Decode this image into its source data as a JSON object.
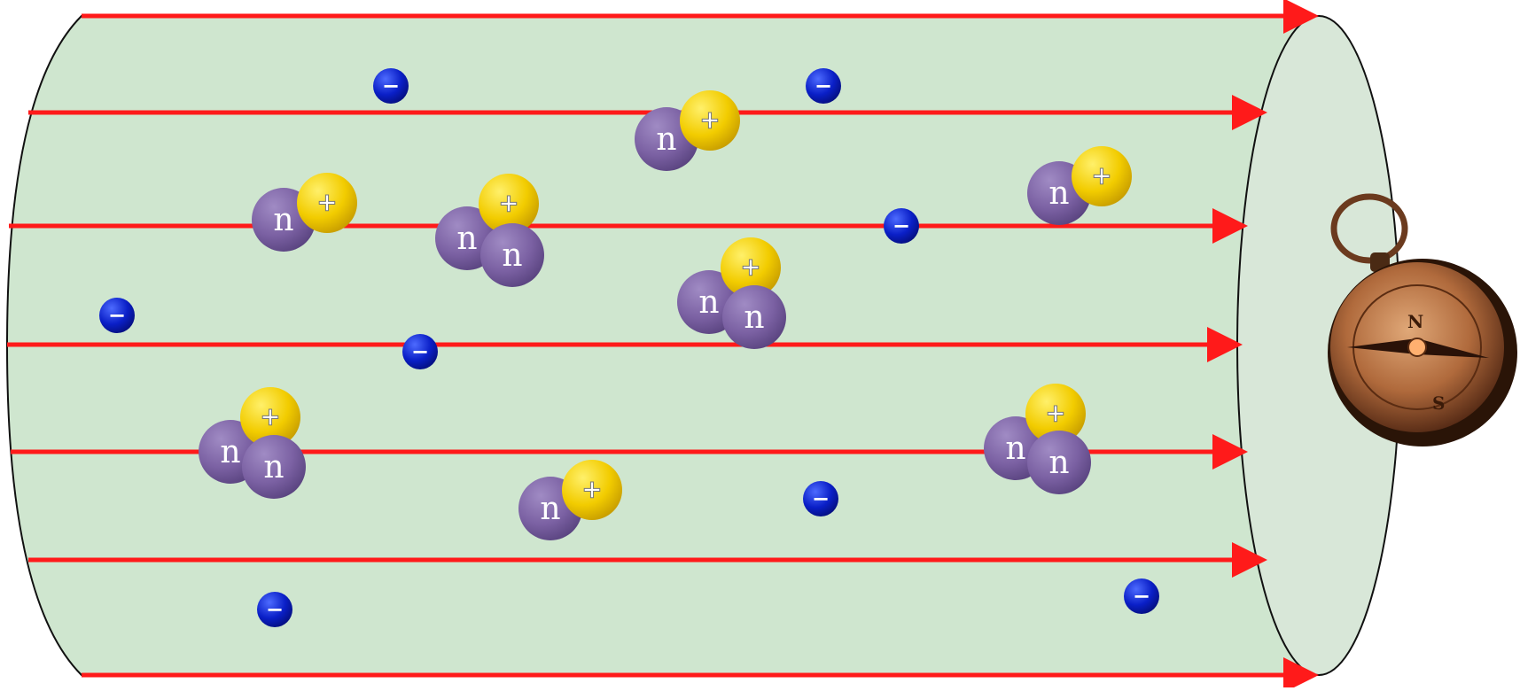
{
  "diagram": {
    "cylinder_fill": "#cfe6cf",
    "cylinder_end_fill": "#d8e7d8",
    "cylinder_stroke": "#111111",
    "field_line_color": "#ff1a1a",
    "neutron_color": "#7b61a3",
    "proton_color": "#f2cc00",
    "electron_color": "#0a1fc7",
    "neutron_label": "n",
    "proton_symbol": "+",
    "electron_symbol": "−",
    "compass_icon": "compass-icon",
    "compass_label_n": "N",
    "compass_label_s": "S"
  }
}
